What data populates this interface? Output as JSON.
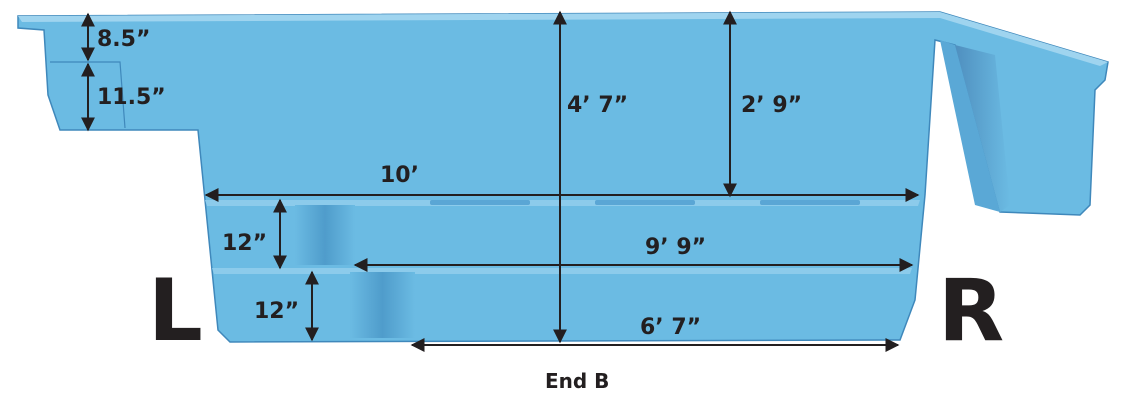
{
  "labels": {
    "left_side": "L",
    "right_side": "R",
    "caption": "End B"
  },
  "dimensions": {
    "top_ledge_depth": "8.5”",
    "entry_step_depth": "11.5”",
    "total_depth": "4’ 7”",
    "shallow_depth": "2’ 9”",
    "top_width": "10’",
    "first_step_height": "12”",
    "first_step_width": "9’ 9”",
    "second_step_height": "12”",
    "floor_width": "6’ 7”"
  },
  "colors": {
    "pool_body": "#6bbbe3",
    "pool_shadow": "#4f9ccb",
    "pool_edge": "#3f88bb",
    "pool_highlight": "#9fd4ef",
    "ink": "#231f20"
  }
}
